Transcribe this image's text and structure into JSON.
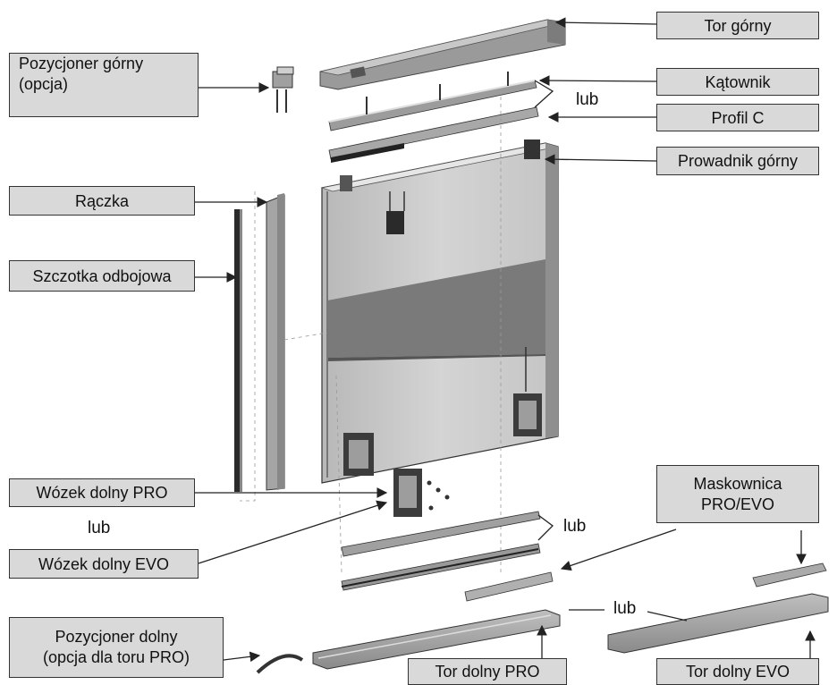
{
  "labels": {
    "tor_gorny": "Tor górny",
    "pozycjoner_gorny_1": "Pozycjoner górny",
    "pozycjoner_gorny_2": "(opcja)",
    "katownik": "Kątownik",
    "profil_c": "Profil C",
    "prowadnik_gorny": "Prowadnik górny",
    "raczka": "Rączka",
    "szczotka": "Szczotka odbojowa",
    "wozek_pro": "Wózek dolny PRO",
    "wozek_evo": "Wózek dolny EVO",
    "maskownica_1": "Maskownica",
    "maskownica_2": "PRO/EVO",
    "pozycjoner_dolny_1": "Pozycjoner dolny",
    "pozycjoner_dolny_2": "(opcja dla toru PRO)",
    "tor_dolny_pro": "Tor dolny PRO",
    "tor_dolny_evo": "Tor dolny EVO"
  },
  "connectors": {
    "lub_top": "lub",
    "lub_wozek": "lub",
    "lub_bottom_profiles": "lub",
    "lub_tracks": "lub"
  }
}
